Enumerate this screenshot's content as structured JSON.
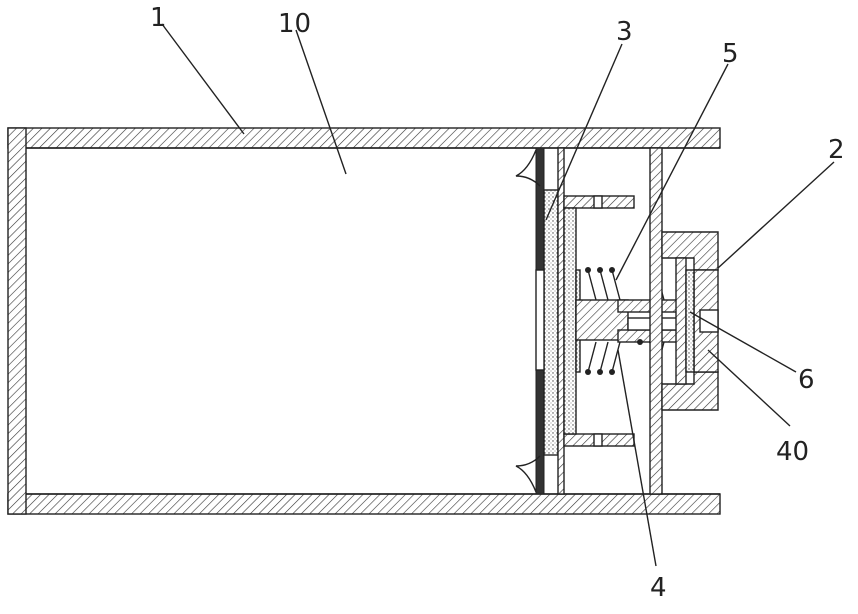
{
  "reference_labels": {
    "housing": "1",
    "chamber": "10",
    "membrane": "3",
    "spring": "5",
    "end_cap": "2",
    "valve_stem": "6",
    "piston": "4",
    "seal_ring": "40"
  }
}
